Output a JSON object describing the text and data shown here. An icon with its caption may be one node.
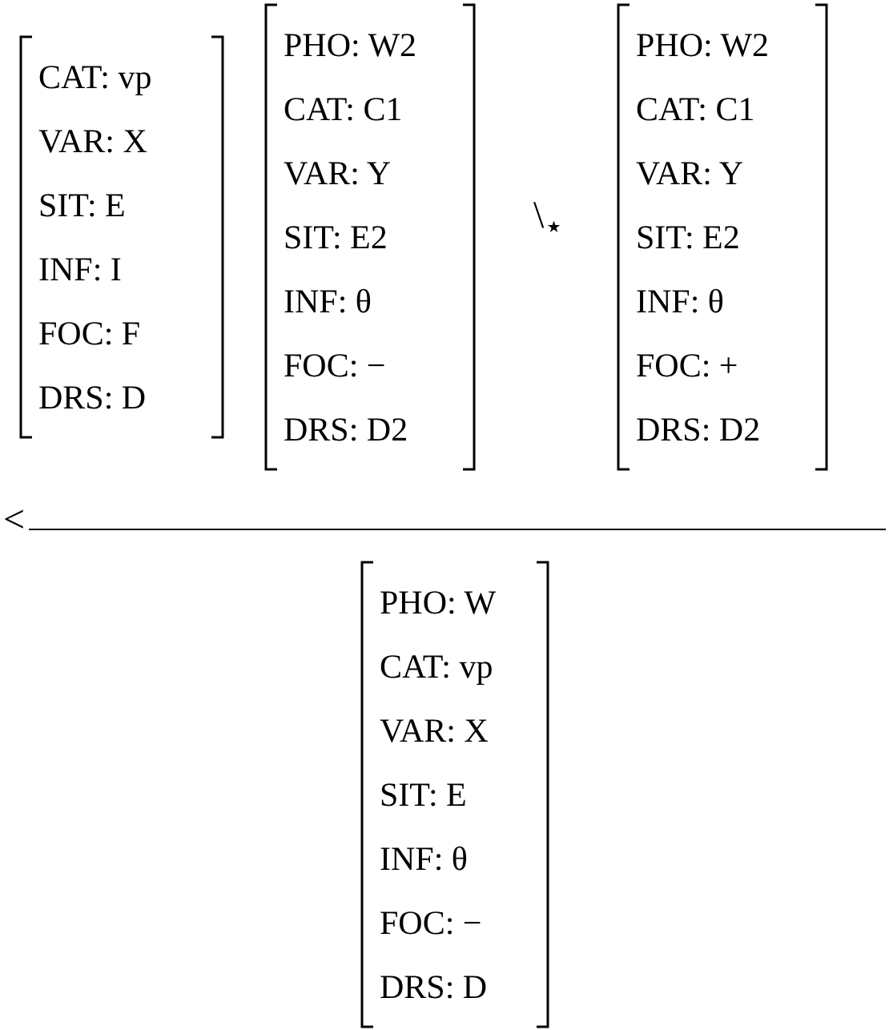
{
  "diagram": {
    "nodes": [
      {
        "text": [
          "CAT: vp",
          "VAR: X",
          "SIT: E",
          "INF: I",
          "FOC: F",
          "DRS: D"
        ]
      },
      {
        "text": [
          "PHO: W2",
          "CAT: C1",
          "VAR: Y",
          "SIT: E2",
          "INF: θ",
          "FOC: −",
          "DRS: D2"
        ]
      },
      {
        "text": [
          "PHO: W2",
          "CAT: C1",
          "VAR: Y",
          "SIT: E2",
          "INF: θ",
          "FOC: +",
          "DRS: D2"
        ]
      },
      {
        "text": [
          "PHO: W",
          "CAT: vp",
          "VAR: X",
          "SIT: E",
          "INF: θ",
          "FOC: −",
          "DRS: D"
        ]
      }
    ],
    "labels": [
      "\\$_{⋆}$",
      "<"
    ]
  }
}
